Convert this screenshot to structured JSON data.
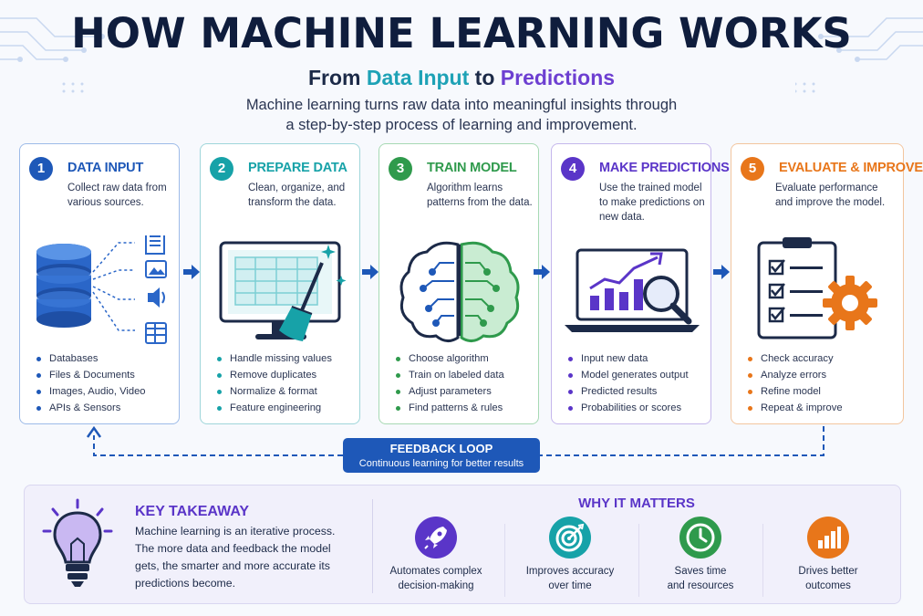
{
  "header": {
    "title": "HOW MACHINE LEARNING WORKS",
    "subtitle_parts": [
      "From ",
      "Data Input",
      " to ",
      "Predictions"
    ],
    "intro_line1": "Machine learning turns raw data into meaningful insights through",
    "intro_line2": "a step-by-step process of learning and improvement."
  },
  "steps": [
    {
      "number": "1",
      "title": "DATA INPUT",
      "color": "#1e58b8",
      "desc": "Collect raw data from various sources.",
      "icon": "database-icon",
      "bullets": [
        "Databases",
        "Files & Documents",
        "Images, Audio, Video",
        "APIs & Sensors"
      ]
    },
    {
      "number": "2",
      "title": "PREPARE DATA",
      "color": "#17a2a8",
      "desc": "Clean, organize, and transform the data.",
      "icon": "monitor-broom-icon",
      "bullets": [
        "Handle missing values",
        "Remove duplicates",
        "Normalize & format",
        "Feature engineering"
      ]
    },
    {
      "number": "3",
      "title": "TRAIN MODEL",
      "color": "#2f9a4c",
      "desc": "Algorithm learns patterns from the data.",
      "icon": "brain-icon",
      "bullets": [
        "Choose algorithm",
        "Train on labeled data",
        "Adjust parameters",
        "Find patterns & rules"
      ]
    },
    {
      "number": "4",
      "title": "MAKE PREDICTIONS",
      "color": "#5a35c8",
      "desc": "Use the trained model to make predictions on new data.",
      "icon": "laptop-chart-icon",
      "bullets": [
        "Input new data",
        "Model generates output",
        "Predicted results",
        "Probabilities or scores"
      ]
    },
    {
      "number": "5",
      "title": "EVALUATE & IMPROVE",
      "color": "#e8761a",
      "desc": "Evaluate performance and improve the model.",
      "icon": "clipboard-gear-icon",
      "bullets": [
        "Check accuracy",
        "Analyze errors",
        "Refine model",
        "Repeat & improve"
      ]
    }
  ],
  "feedback": {
    "title": "FEEDBACK LOOP",
    "subtitle": "Continuous learning for better results"
  },
  "takeaway": {
    "title": "KEY TAKEAWAY",
    "text": "Machine learning is an iterative process. The more data and feedback the model gets, the smarter and more accurate its predictions become."
  },
  "why_it_matters": {
    "title": "WHY IT MATTERS",
    "items": [
      {
        "label": "Automates complex\ndecision-making",
        "icon": "rocket-icon",
        "color": "#5a35c8"
      },
      {
        "label": "Improves accuracy\nover time",
        "icon": "target-icon",
        "color": "#17a2a8"
      },
      {
        "label": "Saves time\nand resources",
        "icon": "clock-icon",
        "color": "#2f9a4c"
      },
      {
        "label": "Drives better\noutcomes",
        "icon": "bar-chart-icon",
        "color": "#e8761a"
      }
    ]
  }
}
